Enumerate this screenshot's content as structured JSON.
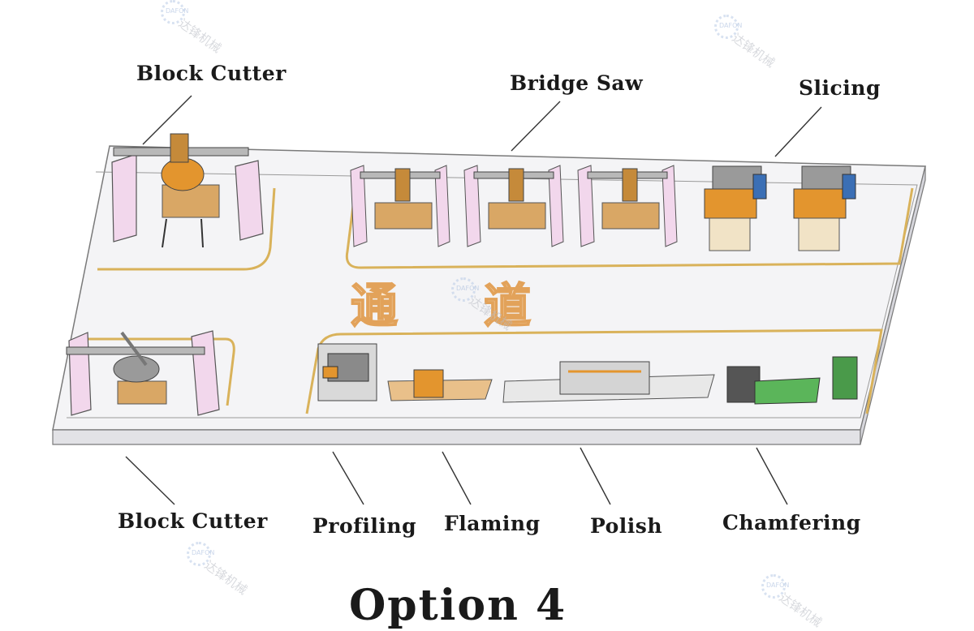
{
  "title": "Option 4",
  "aisle_text": [
    "通",
    "道"
  ],
  "labels": {
    "block_cutter_top": "Block Cutter",
    "bridge_saw": "Bridge Saw",
    "slicing": "Slicing",
    "block_cutter_bottom": "Block Cutter",
    "profiling": "Profiling",
    "flaming": "Flaming",
    "polish": "Polish",
    "chamfering": "Chamfering"
  },
  "watermark": {
    "brand_cn": "达锋机械",
    "logo_text": "DAFON"
  },
  "colors": {
    "floor": "#f4f4f6",
    "edge": "#d9d9de",
    "track": "#d9b25a",
    "machine_orange": "#e3952e",
    "wall_pink": "#f2d7ec",
    "frame_gray": "#8a8a8a",
    "chamfer_green": "#5bb55a",
    "aisle_fill": "#fbe8d0"
  }
}
